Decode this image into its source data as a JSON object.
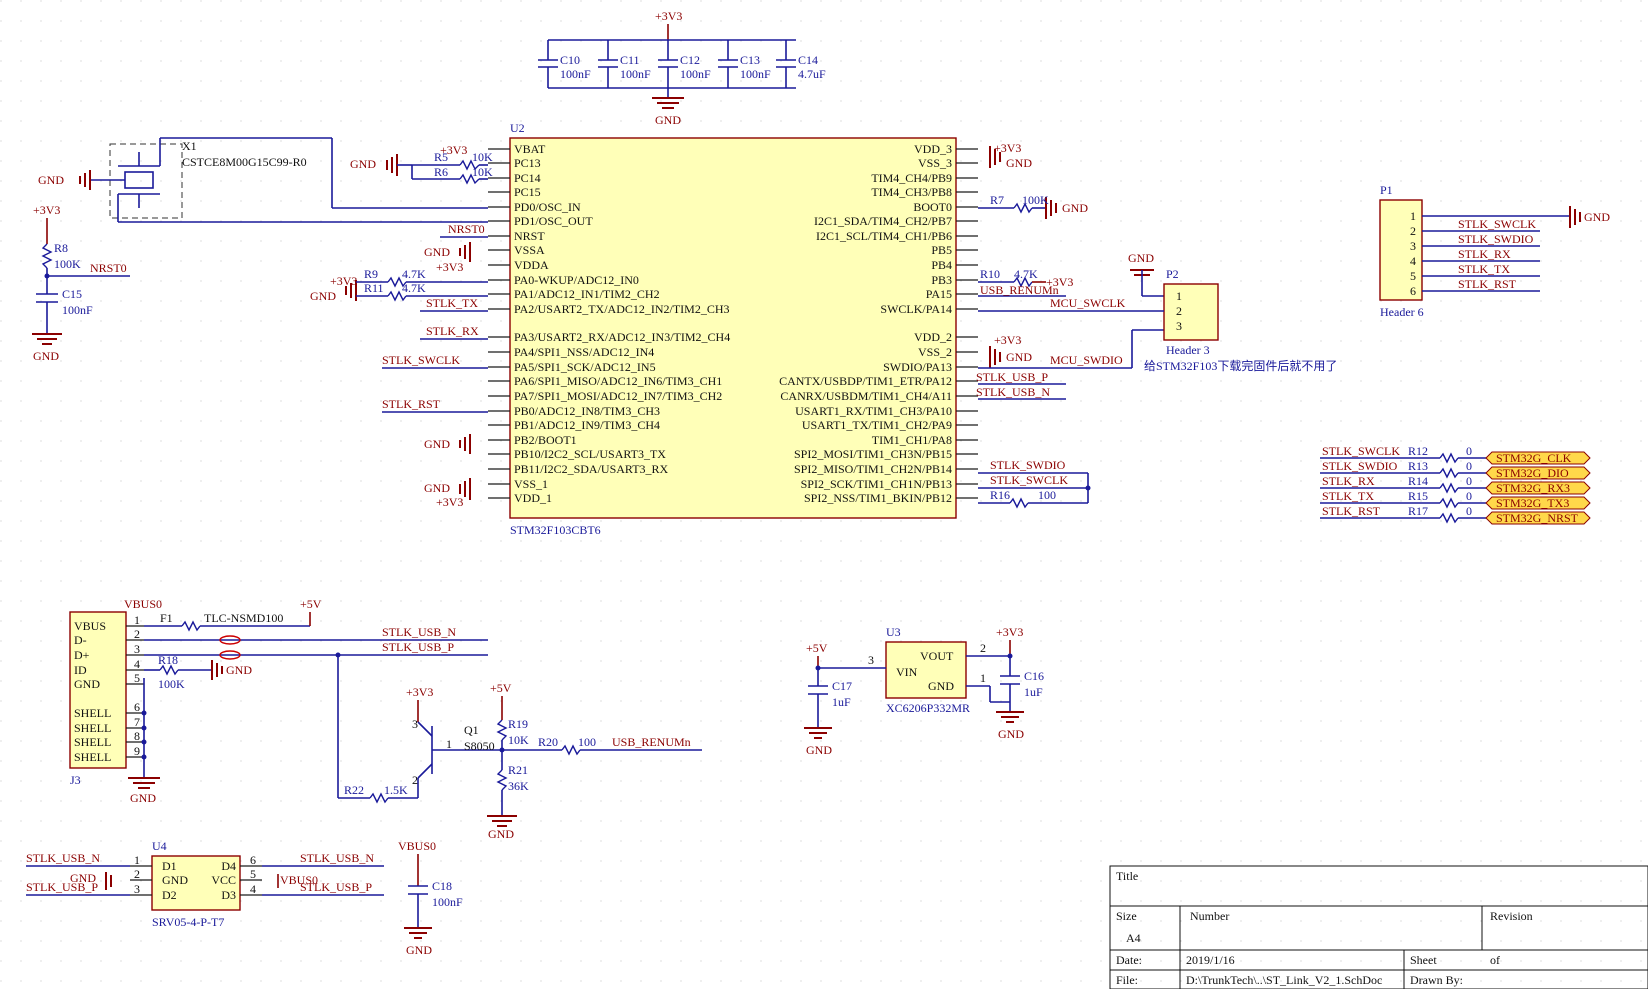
{
  "power": {
    "p33": "+3V3",
    "p5": "+5V",
    "gnd": "GND",
    "vbus0": "VBUS0"
  },
  "caps_top": [
    {
      "ref": "C10",
      "val": "100nF"
    },
    {
      "ref": "C11",
      "val": "100nF"
    },
    {
      "ref": "C12",
      "val": "100nF"
    },
    {
      "ref": "C13",
      "val": "100nF"
    },
    {
      "ref": "C14",
      "val": "4.7uF"
    }
  ],
  "crystal": {
    "ref": "X1",
    "part": "CSTCE8M00G15C99-R0"
  },
  "reset_net": {
    "r8_ref": "R8",
    "r8_val": "100K",
    "net": "NRST0",
    "c15_ref": "C15",
    "c15_val": "100nF"
  },
  "u2": {
    "ref": "U2",
    "part": "STM32F103CBT6",
    "left_pins": [
      "VBAT",
      "PC13",
      "PC14",
      "PC15",
      "PD0/OSC_IN",
      "PD1/OSC_OUT",
      "NRST",
      "VSSA",
      "VDDA",
      "PA0-WKUP/ADC12_IN0",
      "PA1/ADC12_IN1/TIM2_CH2",
      "PA2/USART2_TX/ADC12_IN2/TIM2_CH3",
      "PA3/USART2_RX/ADC12_IN3/TIM2_CH4",
      "PA4/SPI1_NSS/ADC12_IN4",
      "PA5/SPI1_SCK/ADC12_IN5",
      "PA6/SPI1_MISO/ADC12_IN6/TIM3_CH1",
      "PA7/SPI1_MOSI/ADC12_IN7/TIM3_CH2",
      "PB0/ADC12_IN8/TIM3_CH3",
      "PB1/ADC12_IN9/TIM3_CH4",
      "PB2/BOOT1",
      "PB10/I2C2_SCL/USART3_TX",
      "PB11/I2C2_SDA/USART3_RX",
      "VSS_1",
      "VDD_1"
    ],
    "right_pins": [
      "VDD_3",
      "VSS_3",
      "TIM4_CH4/PB9",
      "TIM4_CH3/PB8",
      "BOOT0",
      "I2C1_SDA/TIM4_CH2/PB7",
      "I2C1_SCL/TIM4_CH1/PB6",
      "PB5",
      "PB4",
      "PB3",
      "PA15",
      "SWCLK/PA14",
      "VDD_2",
      "VSS_2",
      "SWDIO/PA13",
      "CANTX/USBDP/TIM1_ETR/PA12",
      "CANRX/USBDM/TIM1_CH4/A11",
      "USART1_RX/TIM1_CH3/PA10",
      "USART1_TX/TIM1_CH2/PA9",
      "TIM1_CH1/PA8",
      "SPI2_MOSI/TIM1_CH3N/PB15",
      "SPI2_MISO/TIM1_CH2N/PB14",
      "SPI2_SCK/TIM1_CH1N/PB13",
      "SPI2_NSS/TIM1_BKIN/PB12"
    ]
  },
  "resistors_u2": {
    "r5": "R5",
    "r5v": "10K",
    "r6": "R6",
    "r6v": "10K",
    "r9": "R9",
    "r9v": "4.7K",
    "r11": "R11",
    "r11v": "4.7K",
    "r7": "R7",
    "r7v": "100K",
    "r10": "R10",
    "r10v": "4.7K",
    "r16": "R16",
    "r16v": "100"
  },
  "nets": {
    "nrst0": "NRST0",
    "stlk_tx": "STLK_TX",
    "stlk_rx": "STLK_RX",
    "stlk_swclk": "STLK_SWCLK",
    "stlk_rst": "STLK_RST",
    "usb_renumn": "USB_RENUMn",
    "mcu_swclk": "MCU_SWCLK",
    "mcu_swdio": "MCU_SWDIO",
    "stlk_usb_p": "STLK_USB_P",
    "stlk_usb_n": "STLK_USB_N",
    "stlk_swdio": "STLK_SWDIO",
    "stlk_swclk2": "STLK_SWCLK"
  },
  "p2": {
    "ref": "P2",
    "pins": [
      "1",
      "2",
      "3"
    ],
    "part": "Header 3",
    "note": "给STM32F103下载完固件后就不用了"
  },
  "p1": {
    "ref": "P1",
    "pins": [
      "1",
      "2",
      "3",
      "4",
      "5",
      "6"
    ],
    "part": "Header 6",
    "nets": [
      "STLK_SWCLK",
      "STLK_SWDIO",
      "STLK_RX",
      "STLK_TX",
      "STLK_RST"
    ]
  },
  "stm32g": {
    "rows": [
      {
        "net": "STLK_SWCLK",
        "ref": "R12",
        "val": "0",
        "port": "STM32G_CLK"
      },
      {
        "net": "STLK_SWDIO",
        "ref": "R13",
        "val": "0",
        "port": "STM32G_DIO"
      },
      {
        "net": "STLK_RX",
        "ref": "R14",
        "val": "0",
        "port": "STM32G_RX3"
      },
      {
        "net": "STLK_TX",
        "ref": "R15",
        "val": "0",
        "port": "STM32G_TX3"
      },
      {
        "net": "STLK_RST",
        "ref": "R17",
        "val": "0",
        "port": "STM32G_NRST"
      }
    ]
  },
  "j3": {
    "ref": "J3",
    "pins": [
      "VBUS",
      "D-",
      "D+",
      "ID",
      "GND",
      "SHELL",
      "SHELL",
      "SHELL",
      "SHELL"
    ],
    "nums": [
      "1",
      "2",
      "3",
      "4",
      "5",
      "6",
      "7",
      "8",
      "9"
    ]
  },
  "usb_parts": {
    "f1": "F1",
    "f1v": "TLC-NSMD100",
    "r18": "R18",
    "r18v": "100K"
  },
  "q1": {
    "ref": "Q1",
    "part": "S8050",
    "r19": "R19",
    "r19v": "10K",
    "r20": "R20",
    "r20v": "100",
    "r21": "R21",
    "r21v": "36K",
    "r22": "R22",
    "r22v": "1.5K",
    "usb_renumn": "USB_RENUMn"
  },
  "u3": {
    "ref": "U3",
    "part": "XC6206P332MR",
    "vin": "VIN",
    "vout": "VOUT",
    "gnd": "GND",
    "p1": "1",
    "p2": "2",
    "p3": "3",
    "c16": "C16",
    "c16v": "1uF",
    "c17": "C17",
    "c17v": "1uF"
  },
  "u4": {
    "ref": "U4",
    "part": "SRV05-4-P-T7",
    "pins_l": [
      "D1",
      "GND",
      "D2"
    ],
    "pins_r": [
      "D4",
      "VCC",
      "D3"
    ],
    "nums_l": [
      "1",
      "2",
      "3"
    ],
    "nums_r": [
      "6",
      "5",
      "4"
    ],
    "c18": "C18",
    "c18v": "100nF"
  },
  "title_block": {
    "title": "Title",
    "size": "Size",
    "size_val": "A4",
    "number": "Number",
    "revision": "Revision",
    "date": "Date:",
    "date_val": "2019/1/16",
    "sheet": "Sheet",
    "of": "of",
    "file": "File:",
    "file_val": "D:\\TrunkTech\\..\\ST_Link_V2_1.SchDoc",
    "drawn": "Drawn By:"
  }
}
